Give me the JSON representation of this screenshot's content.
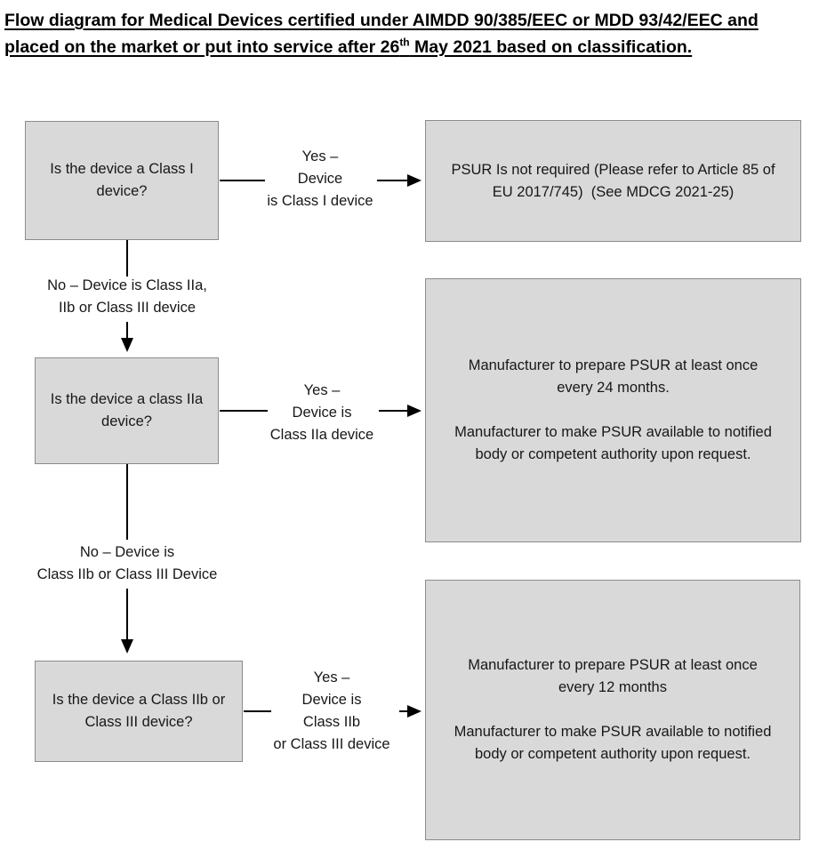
{
  "title": {
    "line1": "Flow diagram for Medical Devices certified under AIMDD 90/385/EEC or MDD 93/42/EEC and",
    "line2_pre": "placed on the market or put into service after 26",
    "line2_sup": "th",
    "line2_post": " May 2021 based on classification."
  },
  "questions": {
    "q1": "Is the device a Class I\ndevice?",
    "q2": "Is the device a class IIa\ndevice?",
    "q3": "Is the device a Class IIb or\nClass III device?"
  },
  "edge_labels": {
    "yes1": "Yes –\nDevice\nis Class I device",
    "no1": "No – Device is Class IIa,\nIIb or Class III device",
    "yes2": "Yes –\nDevice is\nClass IIa device",
    "no2": "No – Device is\nClass IIb or Class III Device",
    "yes3": "Yes –\nDevice is\nClass IIb\nor Class III device"
  },
  "results": {
    "r1": "PSUR Is not required (Please refer to Article 85 of\nEU 2017/745)  (See MDCG 2021-25)",
    "r2_para1": "Manufacturer to prepare PSUR at least once\nevery 24 months.",
    "r2_para2": "Manufacturer to make PSUR available to notified\nbody or competent authority upon request.",
    "r3_para1": "Manufacturer to prepare PSUR at least once\nevery 12 months",
    "r3_para2": "Manufacturer to make PSUR available to notified\nbody or competent authority upon request."
  },
  "colors": {
    "box_fill": "#d9d9d9",
    "box_border": "#8c8c8c",
    "connector": "#000000",
    "text": "#171717",
    "background": "#ffffff"
  }
}
